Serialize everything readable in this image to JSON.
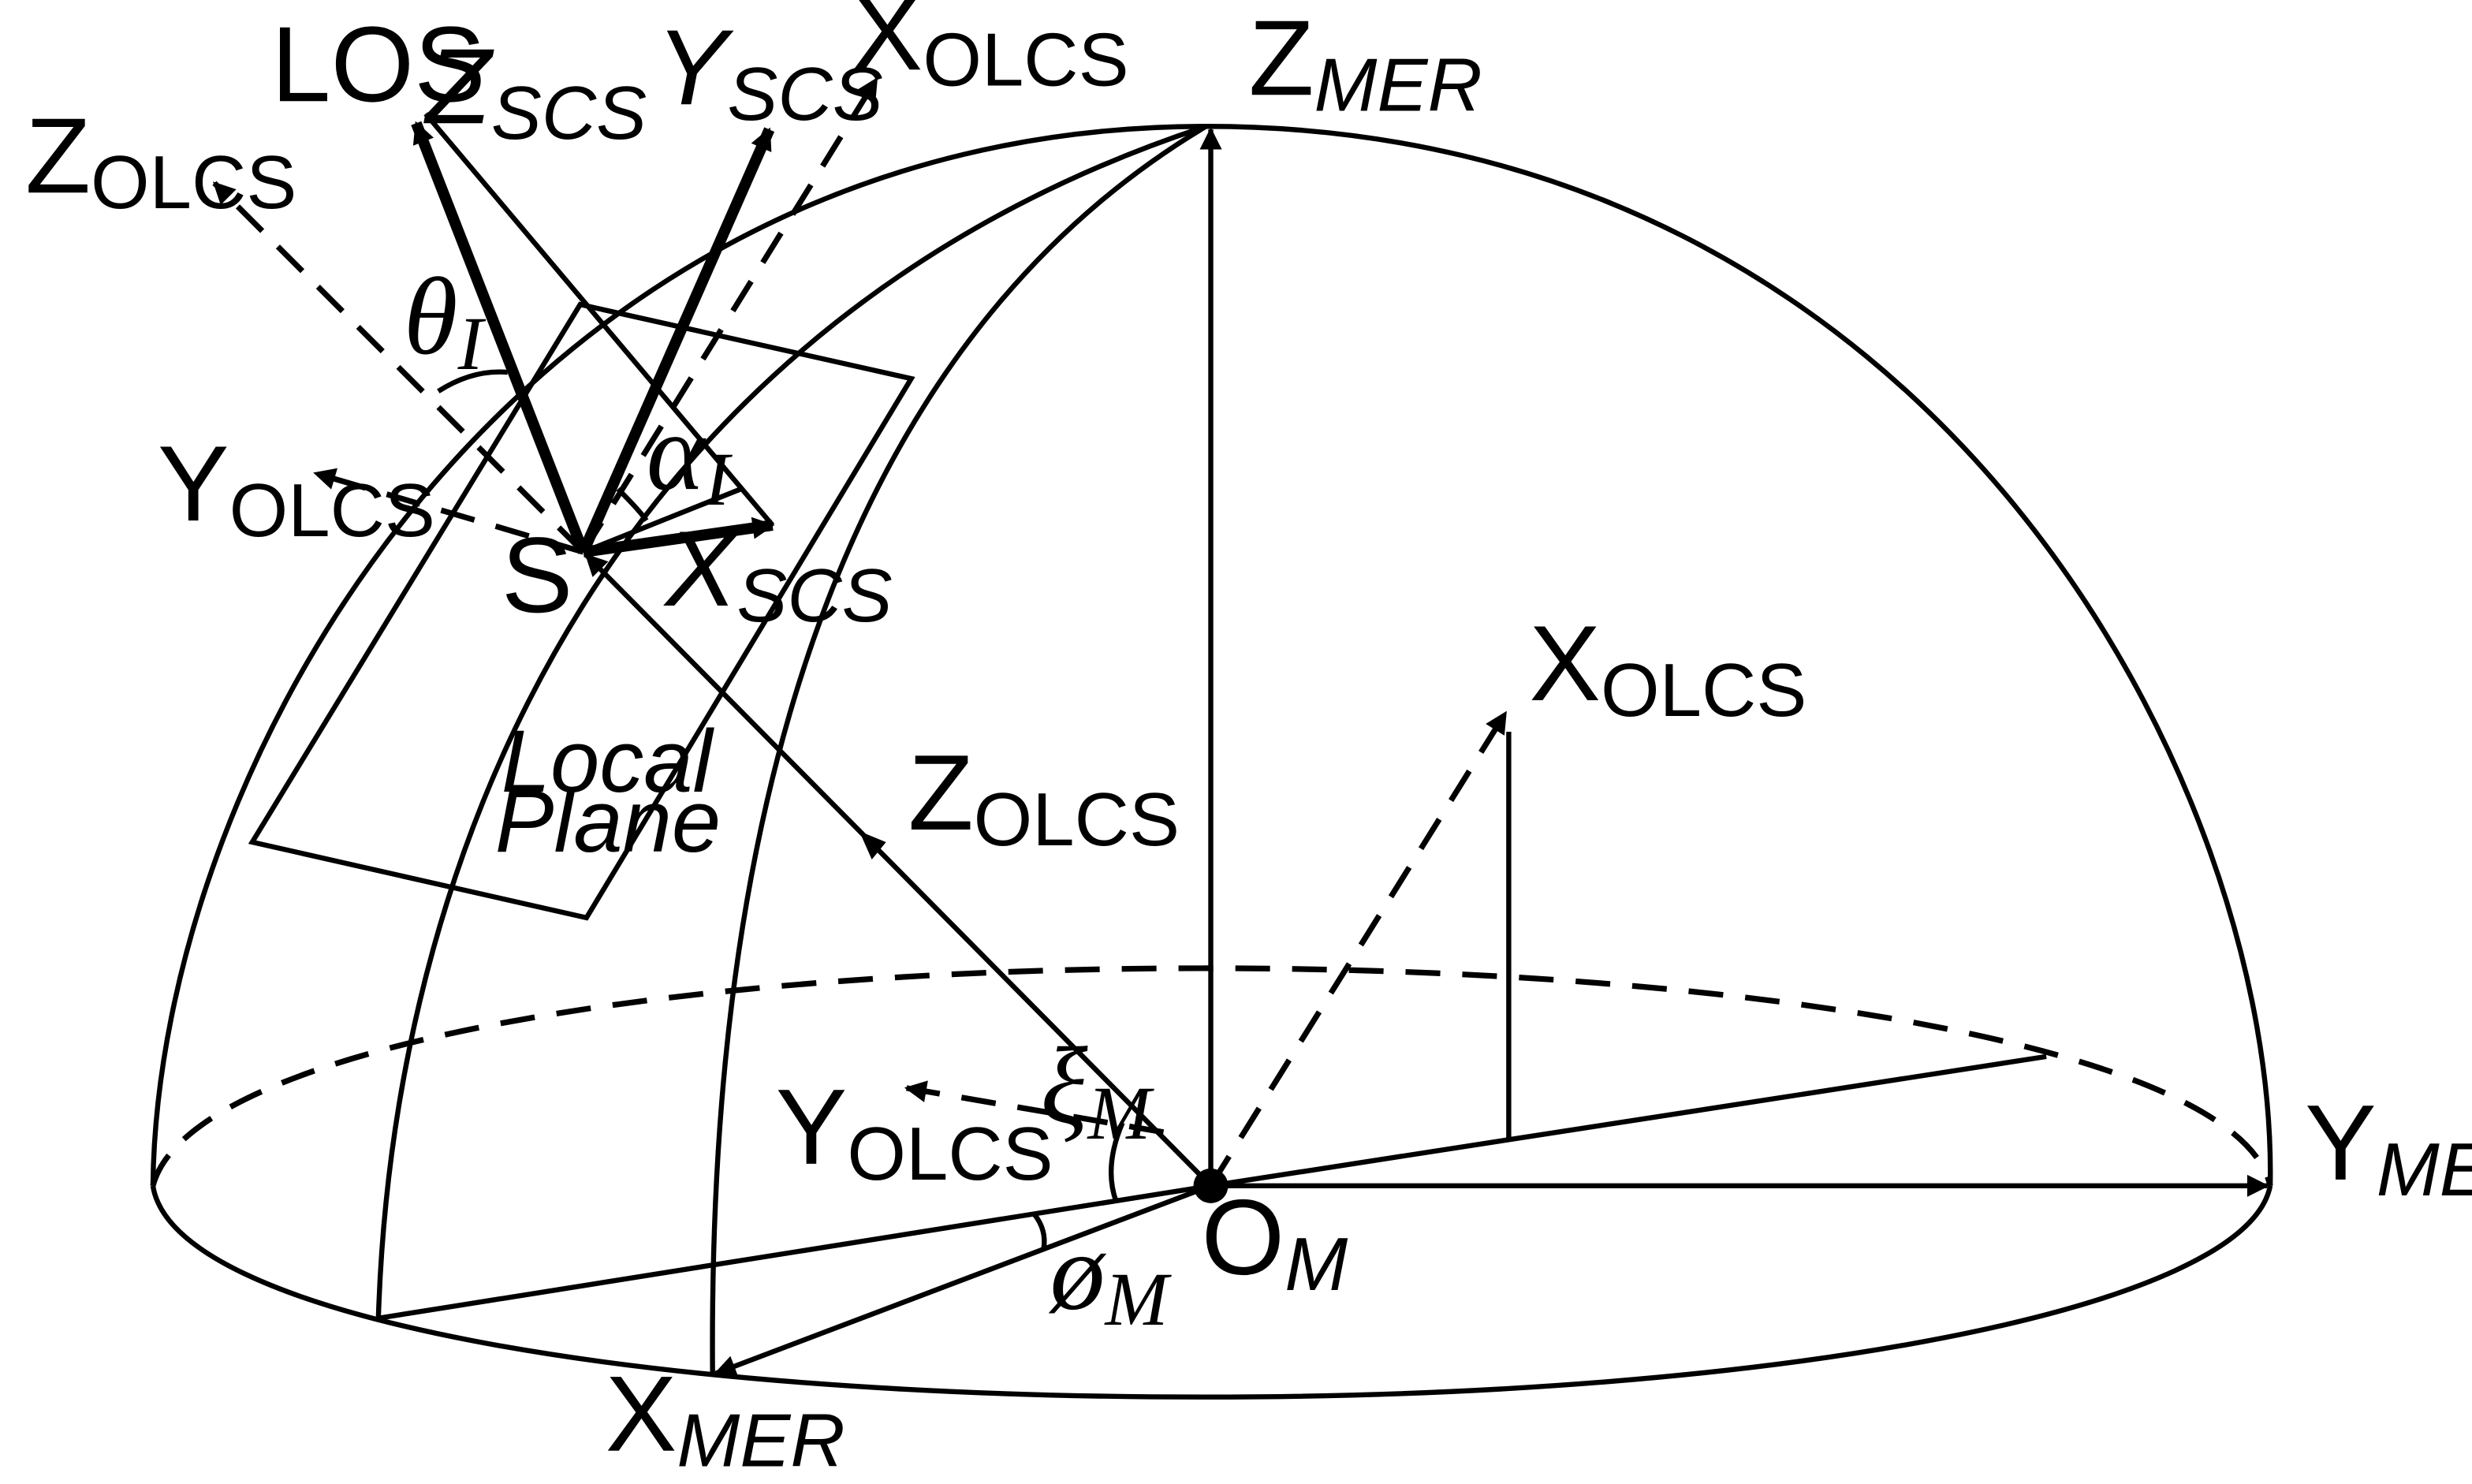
{
  "labels": {
    "los": {
      "main": "LOS",
      "sub": ""
    },
    "z_scs": {
      "main": "Z",
      "sub": "SCS"
    },
    "y_scs": {
      "main": "Y",
      "sub": "SCS"
    },
    "x_olcs_top": {
      "main": "X",
      "sub": "OLCS"
    },
    "z_mer": {
      "main": "Z",
      "sub": "MER"
    },
    "z_olcs_left": {
      "main": "Z",
      "sub": "OLCS"
    },
    "y_olcs_left": {
      "main": "Y",
      "sub": "OLCS"
    },
    "x_scs": {
      "main": "X",
      "sub": "SCS"
    },
    "s_point": {
      "main": "S",
      "sub": ""
    },
    "x_olcs_right": {
      "main": "X",
      "sub": "OLCS"
    },
    "z_olcs_center": {
      "main": "Z",
      "sub": "OLCS"
    },
    "y_olcs_bottom": {
      "main": "Y",
      "sub": "OLCS"
    },
    "y_mer": {
      "main": "Y",
      "sub": "MER"
    },
    "o_m": {
      "main": "O",
      "sub": "M"
    },
    "x_mer": {
      "main": "X",
      "sub": "MER"
    }
  },
  "angles": {
    "theta": {
      "main": "θ",
      "sub": "I"
    },
    "alpha": {
      "main": "α",
      "sub": "I"
    },
    "xi": {
      "main": "ξ",
      "sub": "M"
    },
    "phi": {
      "main": "ø",
      "sub": "M"
    }
  },
  "local_plane": {
    "line1": "Local",
    "line2": "Plane"
  }
}
